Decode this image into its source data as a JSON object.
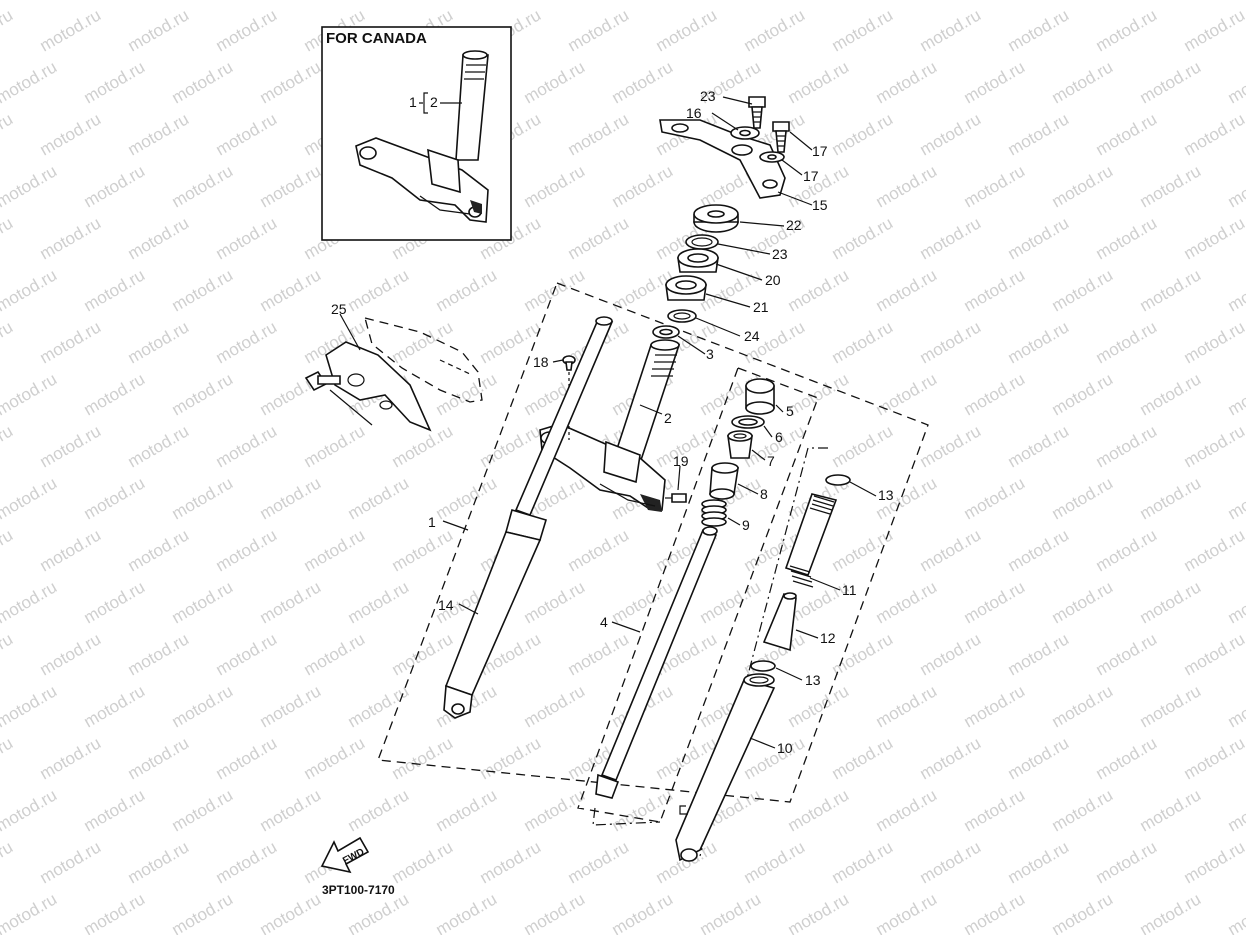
{
  "inset": {
    "title": "FOR CANADA",
    "label_1": "1",
    "label_2": "2"
  },
  "watermark": {
    "text": "motod.ru"
  },
  "catalog": {
    "code": "3PT100-7170"
  },
  "fwd": {
    "text": "FWD"
  },
  "labels": [
    {
      "id": "1",
      "text": "1"
    },
    {
      "id": "2",
      "text": "2"
    },
    {
      "id": "3",
      "text": "3"
    },
    {
      "id": "4",
      "text": "4"
    },
    {
      "id": "5",
      "text": "5"
    },
    {
      "id": "6",
      "text": "6"
    },
    {
      "id": "7",
      "text": "7"
    },
    {
      "id": "8",
      "text": "8"
    },
    {
      "id": "9",
      "text": "9"
    },
    {
      "id": "10",
      "text": "10"
    },
    {
      "id": "11",
      "text": "11"
    },
    {
      "id": "12",
      "text": "12"
    },
    {
      "id": "13a",
      "text": "13"
    },
    {
      "id": "13b",
      "text": "13"
    },
    {
      "id": "14",
      "text": "14"
    },
    {
      "id": "15a",
      "text": "15"
    },
    {
      "id": "15b",
      "text": "15"
    },
    {
      "id": "16",
      "text": "16"
    },
    {
      "id": "17a",
      "text": "17"
    },
    {
      "id": "17b",
      "text": "17"
    },
    {
      "id": "18",
      "text": "18"
    },
    {
      "id": "19",
      "text": "19"
    },
    {
      "id": "20",
      "text": "20"
    },
    {
      "id": "21",
      "text": "21"
    },
    {
      "id": "22",
      "text": "22"
    },
    {
      "id": "23a",
      "text": "23"
    },
    {
      "id": "23b",
      "text": "23"
    },
    {
      "id": "24",
      "text": "24"
    },
    {
      "id": "25",
      "text": "25"
    }
  ]
}
